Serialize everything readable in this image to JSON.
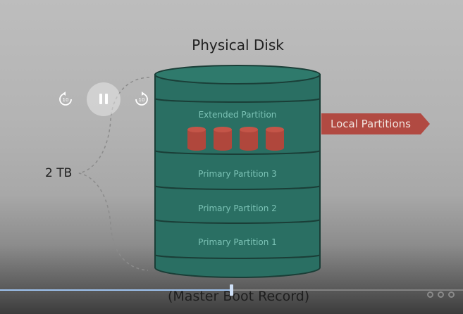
{
  "slide": {
    "title": "Physical Disk",
    "disk_size": "2 TB",
    "local_partitions_label": "Local Partitions",
    "footer_label": "(Master Boot Record)",
    "partitions": [
      {
        "label": "Extended Partition"
      },
      {
        "label": "Primary Partition 3"
      },
      {
        "label": "Primary Partition 2"
      },
      {
        "label": "Primary Partition 1"
      }
    ],
    "logical_drive_count": 4
  },
  "player": {
    "rewind_icon": "rewind-10-icon",
    "rewind_seconds": "10",
    "forward_icon": "forward-10-icon",
    "forward_seconds": "10",
    "pause_icon": "pause-icon",
    "more_icon": "more-options-icon",
    "progress_fraction": 0.5
  },
  "colors": {
    "disk_fill": "#2a6f63",
    "disk_dark": "#1a3e37",
    "drive_red": "#b0473c",
    "tag_red": "#b14a42",
    "progress": "#9ec2ee"
  }
}
